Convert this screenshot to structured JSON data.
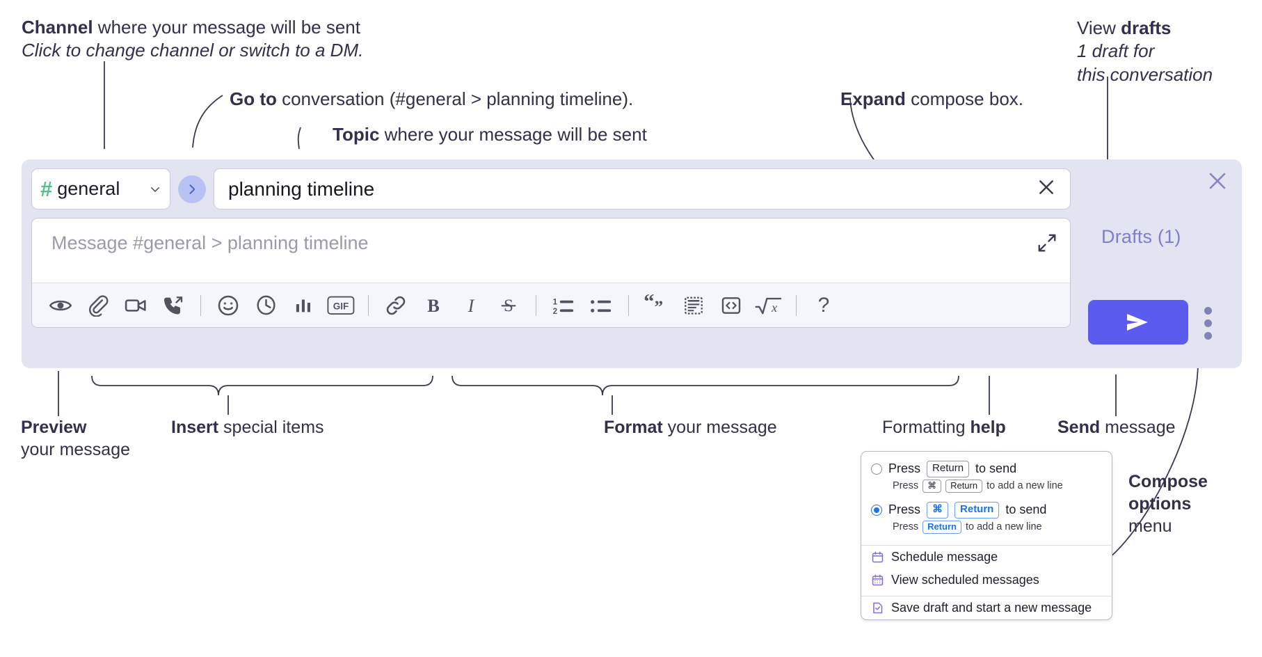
{
  "annotations": {
    "channel": {
      "bold": "Channel",
      "rest": " where your message will be sent",
      "italic": "Click to change channel or switch to a DM."
    },
    "goto": {
      "bold": "Go to",
      "rest": " conversation (#general > planning timeline)."
    },
    "topic": {
      "bold": "Topic",
      "rest": " where your message will be sent"
    },
    "expand": {
      "bold": "Expand",
      "rest": " compose box."
    },
    "drafts": {
      "bold_lead": "View ",
      "bold": "drafts",
      "italic_1": "1 draft for",
      "italic_2": "this conversation"
    },
    "preview": {
      "bold": "Preview",
      "rest": "your message"
    },
    "insert": {
      "bold": "Insert",
      "rest": " special items"
    },
    "format": {
      "bold": "Format",
      "rest": " your message"
    },
    "help": {
      "lead": "Formatting ",
      "bold": "help"
    },
    "send": {
      "bold": "Send",
      "rest": " message"
    },
    "compose_options": {
      "bold_1": "Compose",
      "bold_2": "options",
      "rest": "menu"
    }
  },
  "compose": {
    "channel": {
      "hash": "#",
      "name": "general",
      "chevron_icon": "chevron-down-icon"
    },
    "goto_icon": "chevron-right-icon",
    "topic": {
      "value": "planning timeline",
      "clear_icon": "close-icon"
    },
    "message": {
      "placeholder": "Message #general > planning timeline",
      "expand_icon": "expand-icon"
    },
    "drafts_link": "Drafts (1)",
    "close_icon": "close-icon",
    "send_icon": "send-paper-plane-icon",
    "kebab_icon": "more-options-vertical-icon",
    "toolbar": [
      {
        "name": "preview-button",
        "icon": "eye-icon"
      },
      {
        "name": "attach-file-button",
        "icon": "paperclip-icon"
      },
      {
        "name": "record-video-clip-button",
        "icon": "video-camera-icon"
      },
      {
        "name": "record-audio-clip-button",
        "icon": "phone-forward-icon"
      },
      {
        "name": "divider-1",
        "icon": "divider"
      },
      {
        "name": "emoji-button",
        "icon": "smiley-icon"
      },
      {
        "name": "schedule-button",
        "icon": "clock-icon"
      },
      {
        "name": "poll-button",
        "icon": "bar-chart-icon"
      },
      {
        "name": "gif-button",
        "icon": "gif-icon",
        "label": "GIF"
      },
      {
        "name": "divider-2",
        "icon": "divider"
      },
      {
        "name": "link-button",
        "icon": "link-icon"
      },
      {
        "name": "bold-button",
        "icon": "bold-icon",
        "label": "B"
      },
      {
        "name": "italic-button",
        "icon": "italic-icon",
        "label": "I"
      },
      {
        "name": "strikethrough-button",
        "icon": "strikethrough-icon",
        "label": "S"
      },
      {
        "name": "divider-3",
        "icon": "divider"
      },
      {
        "name": "ordered-list-button",
        "icon": "ordered-list-icon"
      },
      {
        "name": "bulleted-list-button",
        "icon": "bulleted-list-icon"
      },
      {
        "name": "divider-4",
        "icon": "divider"
      },
      {
        "name": "blockquote-button",
        "icon": "quote-icon"
      },
      {
        "name": "code-block-button",
        "icon": "code-block-icon"
      },
      {
        "name": "inline-code-button",
        "icon": "code-icon"
      },
      {
        "name": "math-button",
        "icon": "square-root-icon"
      },
      {
        "name": "divider-5",
        "icon": "divider"
      },
      {
        "name": "formatting-help-button",
        "icon": "question-mark-icon",
        "label": "?"
      }
    ]
  },
  "menu": {
    "option_1": {
      "selected": false,
      "main_pre": "Press",
      "main_key": "Return",
      "main_post": "to send",
      "sub_pre": "Press",
      "sub_key_1": "⌘",
      "sub_key_2": "Return",
      "sub_post": "to add a new line"
    },
    "option_2": {
      "selected": true,
      "main_pre": "Press",
      "main_key_1": "⌘",
      "main_key_2": "Return",
      "main_post": "to send",
      "sub_pre": "Press",
      "sub_key": "Return",
      "sub_post": "to add a new line"
    },
    "items": [
      {
        "label": "Schedule message",
        "icon": "calendar-icon"
      },
      {
        "label": "View scheduled messages",
        "icon": "calendar-grid-icon"
      },
      {
        "label": "Save draft and start a new message",
        "icon": "document-check-icon"
      }
    ]
  },
  "colors": {
    "accent_send": "#5b5bef",
    "compose_bg": "#e3e4f1",
    "channel_hash": "#56c08c",
    "drafts_text": "#7b7fce",
    "radio_selected": "#1a73e8",
    "menu_icon": "#7a6fe0"
  }
}
